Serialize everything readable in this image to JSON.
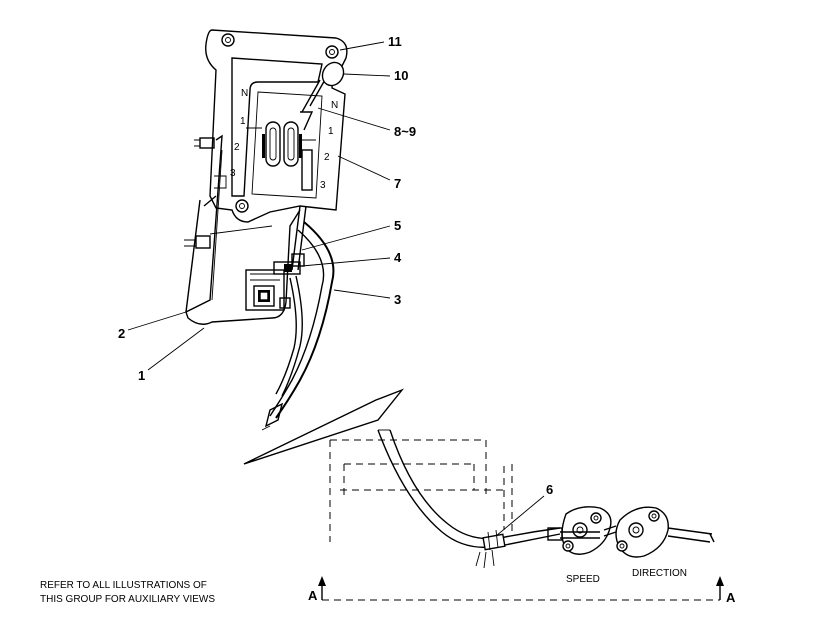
{
  "callouts": [
    "11",
    "10",
    "8~9",
    "7",
    "5",
    "4",
    "3",
    "2",
    "1",
    "6"
  ],
  "shift_marks": [
    "N",
    "1",
    "2",
    "3",
    "N",
    "1",
    "2",
    "3"
  ],
  "control_labels": {
    "speed": "SPEED",
    "direction": "DIRECTION"
  },
  "section_marks": {
    "left": "A",
    "right": "A"
  },
  "note": [
    "REFER TO ALL ILLUSTRATIONS OF",
    "THIS GROUP FOR AUXILIARY VIEWS"
  ]
}
